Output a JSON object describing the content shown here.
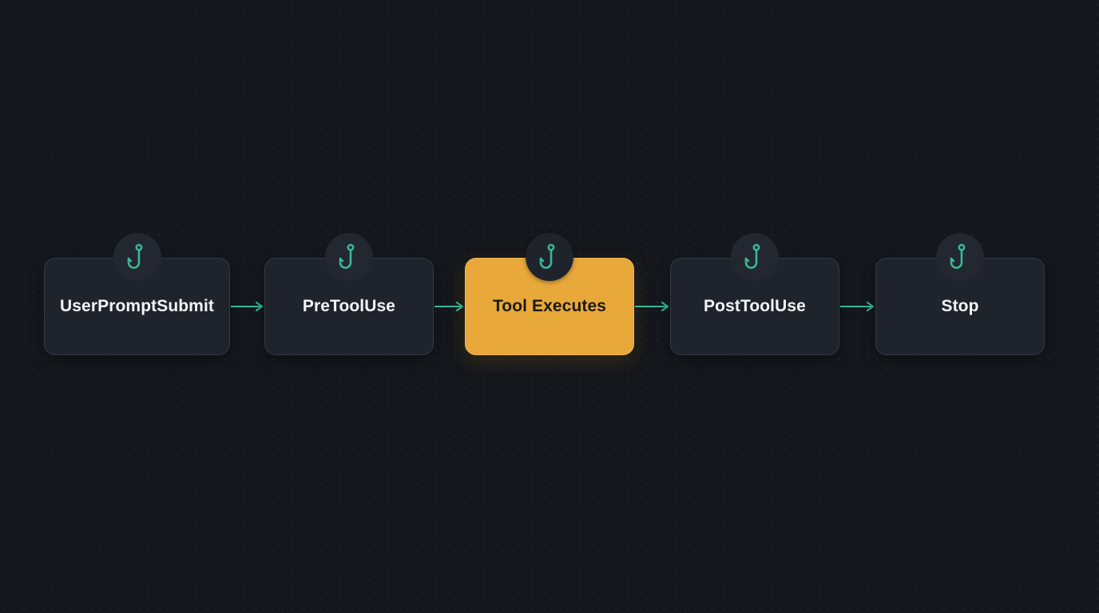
{
  "accent_color": "#38b89a",
  "active_color": "#e8a93a",
  "hook_icon": "hook-icon",
  "steps": [
    {
      "label": "UserPromptSubmit",
      "active": false
    },
    {
      "label": "PreToolUse",
      "active": false
    },
    {
      "label": "Tool Executes",
      "active": true
    },
    {
      "label": "PostToolUse",
      "active": false
    },
    {
      "label": "Stop",
      "active": false
    }
  ]
}
